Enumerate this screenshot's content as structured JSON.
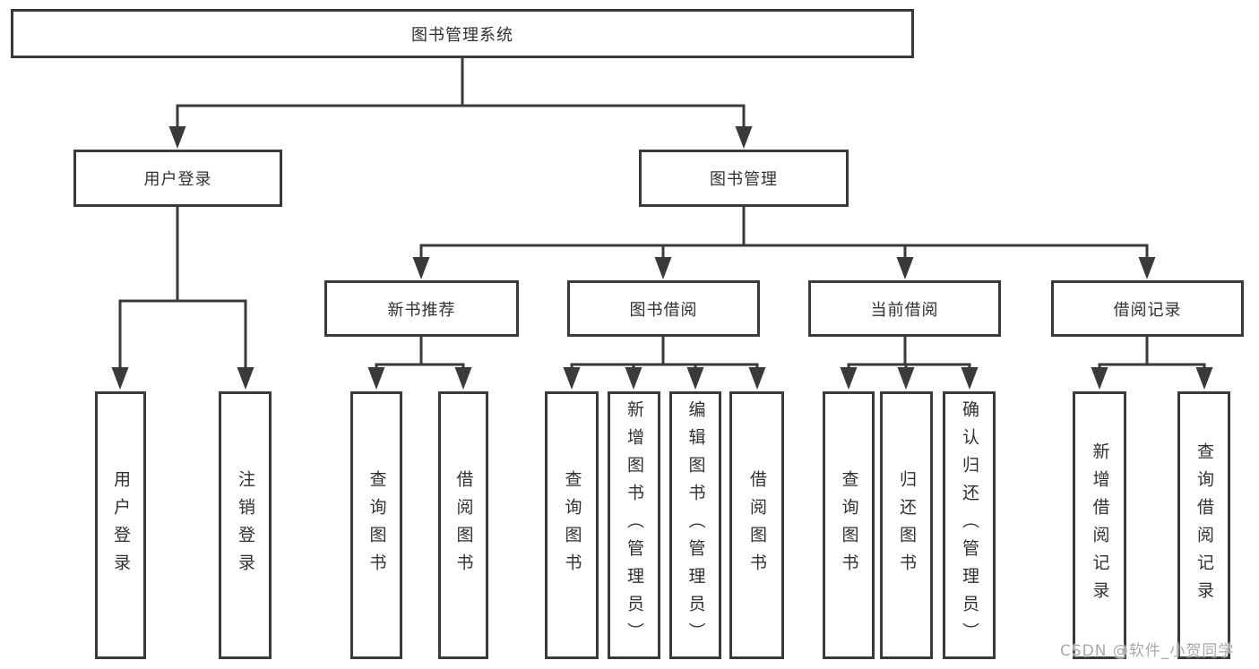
{
  "tree": {
    "root": {
      "label": "图书管理系统"
    },
    "user_login": {
      "label": "用户登录",
      "children": {
        "login": {
          "label": "用户登录"
        },
        "logout": {
          "label": "注销登录"
        }
      }
    },
    "book_management": {
      "label": "图书管理",
      "children": {
        "new_books": {
          "label": "新书推荐",
          "children": {
            "query_books": {
              "label": "查询图书"
            },
            "borrow_books": {
              "label": "借阅图书"
            }
          }
        },
        "book_borrowing": {
          "label": "图书借阅",
          "children": {
            "query_books": {
              "label": "查询图书"
            },
            "add_books": {
              "label": "新增图书（管理员）"
            },
            "edit_books": {
              "label": "编辑图书（管理员）"
            },
            "borrow_books": {
              "label": "借阅图书"
            }
          }
        },
        "current_borrowing": {
          "label": "当前借阅",
          "children": {
            "query_books": {
              "label": "查询图书"
            },
            "return_books": {
              "label": "归还图书"
            },
            "confirm_return": {
              "label": "确认归还（管理员）"
            }
          }
        },
        "borrow_records": {
          "label": "借阅记录",
          "children": {
            "add_record": {
              "label": "新增借阅记录"
            },
            "query_record": {
              "label": "查询借阅记录"
            }
          }
        }
      }
    }
  },
  "watermark": {
    "text": "CSDN @软件_小贺同学"
  },
  "colors": {
    "line": "#3a3a3a",
    "text": "#303030",
    "watermark": "#a9a9a9",
    "background": "#ffffff"
  }
}
